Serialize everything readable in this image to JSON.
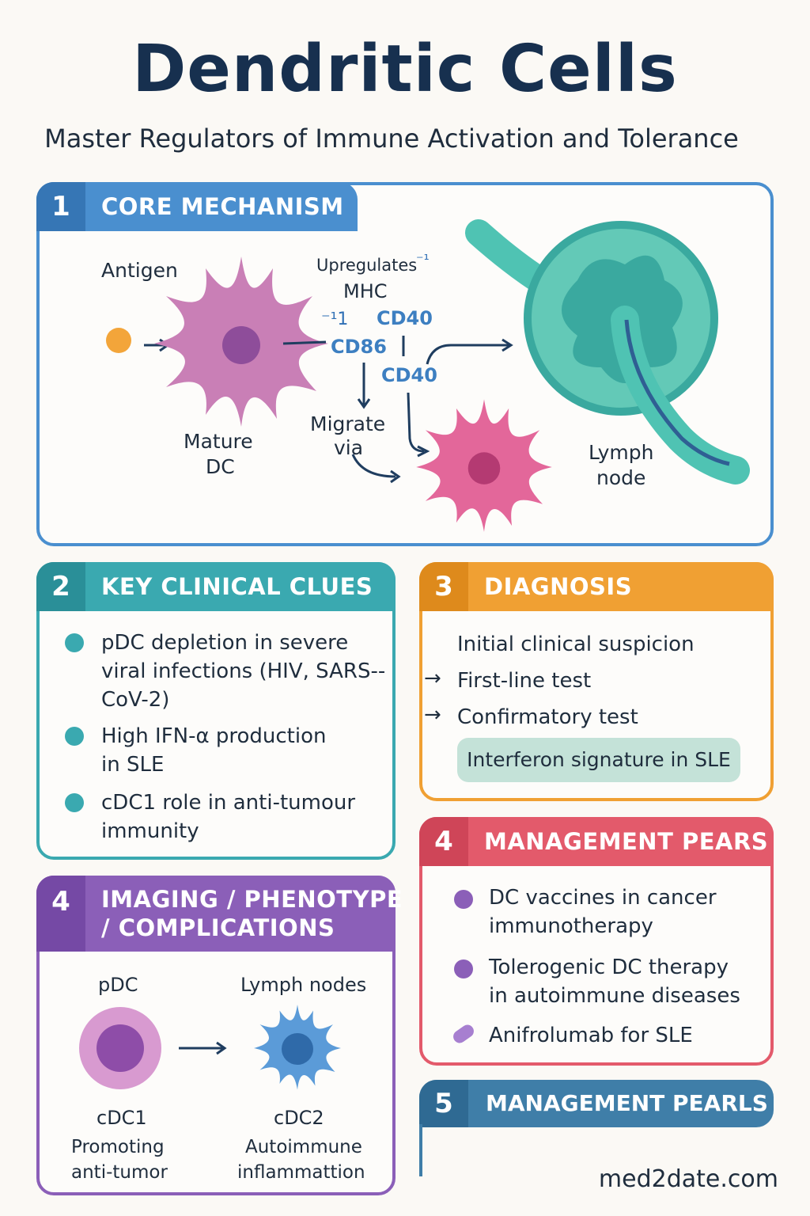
{
  "title": "Dendritic Cells",
  "subtitle": "Master Regulators of Immune Activation and Tolerance",
  "colors": {
    "blue": "#4a8fcf",
    "teal": "#3aa9b0",
    "orange": "#f0a033",
    "red": "#e35a6b",
    "purple": "#8b5fb8",
    "steel": "#3f7ea8"
  },
  "core": {
    "num": "1",
    "label": "CORE MECHANISM",
    "antigen": "Antigen",
    "upregulates": "Upregulates",
    "mhc": "MHC",
    "cd40_a": "CD40",
    "cd86": "CD86",
    "cd40_b": "CD40",
    "mature": "Mature",
    "dc": "DC",
    "migrate": "Migrate",
    "via": "via",
    "lymph": "Lymph",
    "node": "node",
    "glitch_a": "⁻¹1",
    "glitch_b": "⁻¹"
  },
  "clues": {
    "num": "2",
    "label": "KEY CLINICAL CLUES",
    "items": [
      {
        "l1": "pDC depletion in severe",
        "l2": "viral infections (HIV, SARS--",
        "l3": "CoV-2)"
      },
      {
        "l1": "High IFN-α production",
        "l2": "in SLE"
      },
      {
        "l1": "cDC1 role in anti-tumour",
        "l2": "immunity"
      }
    ]
  },
  "diagnosis": {
    "num": "3",
    "label": "DIAGNOSIS",
    "steps": [
      "Initial clinical suspicion",
      "First-line test",
      "Confirmatory test"
    ],
    "arrow": "→",
    "highlight": "Interferon signature in SLE"
  },
  "imaging": {
    "num": "4",
    "label1": "IMAGING / PHENOTYPE",
    "label2": "/ COMPLICATIONS",
    "pdc": "pDC",
    "lymph_nodes": "Lymph nodes",
    "cdc1": "cDC1",
    "cdc1_l1": "Promoting",
    "cdc1_l2": "anti-tumor",
    "cdc2": "cDC2",
    "cdc2_l1": "Autoimmune",
    "cdc2_l2": "inflammattion"
  },
  "mgmt": {
    "num": "4",
    "label": "MANAGEMENT PEARS",
    "items": [
      {
        "l1": "DC vaccines in cancer",
        "l2": "immunotherapy"
      },
      {
        "l1": "Tolerogenic DC therapy",
        "l2": "in autoimmune diseases"
      },
      {
        "l1": "Anifrolumab for SLE"
      }
    ]
  },
  "pearls": {
    "num": "5",
    "label": "MANAGEMENT PEARLS"
  },
  "footer": "med2date.com"
}
